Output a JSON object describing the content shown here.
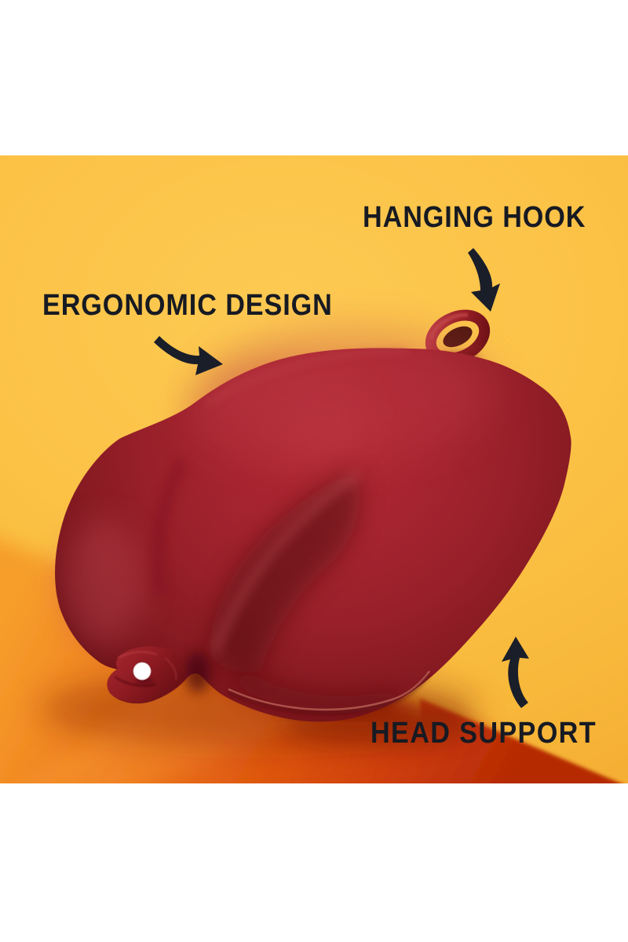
{
  "scene": {
    "annotations": [
      {
        "id": "hanging-hook",
        "label": "HANGING HOOK",
        "arrow_icon": "arrow-curved-down-icon"
      },
      {
        "id": "ergonomic-design",
        "label": "ERGONOMIC DESIGN",
        "arrow_icon": "arrow-curved-down-right-icon"
      },
      {
        "id": "head-support",
        "label": "HEAD SUPPORT",
        "arrow_icon": "arrow-curved-up-icon"
      }
    ],
    "illustration": "red-velvet-neck-pillow",
    "palette": {
      "letterbox_white": "#ffffff",
      "backdrop_yellow": "#fabf43",
      "floor_orange": "#e05b11",
      "floor_deep_red": "#b62a05",
      "pillow_red": "#9a2129",
      "button_white": "#ffffff",
      "label_text": "#171a22"
    }
  }
}
